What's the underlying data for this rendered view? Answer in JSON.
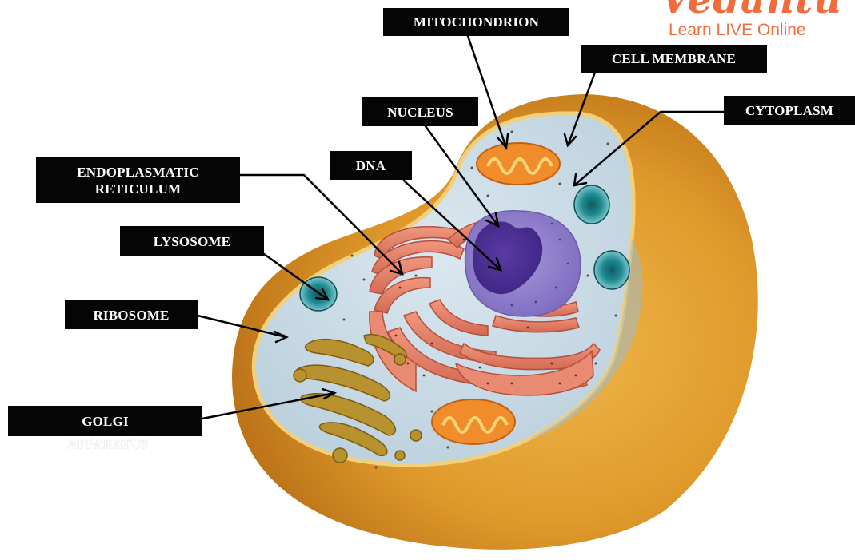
{
  "brand": {
    "name": "Vedantu",
    "tagline": "Learn LIVE Online",
    "color": "#f26b3a"
  },
  "labels": {
    "mitochondrion": "MITOCHONDRION",
    "cell_membrane": "CELL MEMBRANE",
    "nucleus": "NUCLEUS",
    "cytoplasm": "CYTOPLASM",
    "dna": "DNA",
    "endoplasmatic_line1": "ENDOPLASMATIC",
    "endoplasmatic_line2": "RETICULUM",
    "lysosome": "LYSOSOME",
    "ribosome": "RIBOSOME",
    "golgi": "GOLGI",
    "golgi_line2": "APPARATUS"
  },
  "colors": {
    "label_bg": "#050505",
    "label_text": "#ffffff",
    "cell_wall": "#d9911f",
    "cytoplasm": "#c8d9e4",
    "nucleus": "#6a3fae",
    "er": "#e07a62",
    "golgi": "#b08a2a",
    "lysosome": "#1e7d86",
    "mitochondria": "#f0892c"
  }
}
